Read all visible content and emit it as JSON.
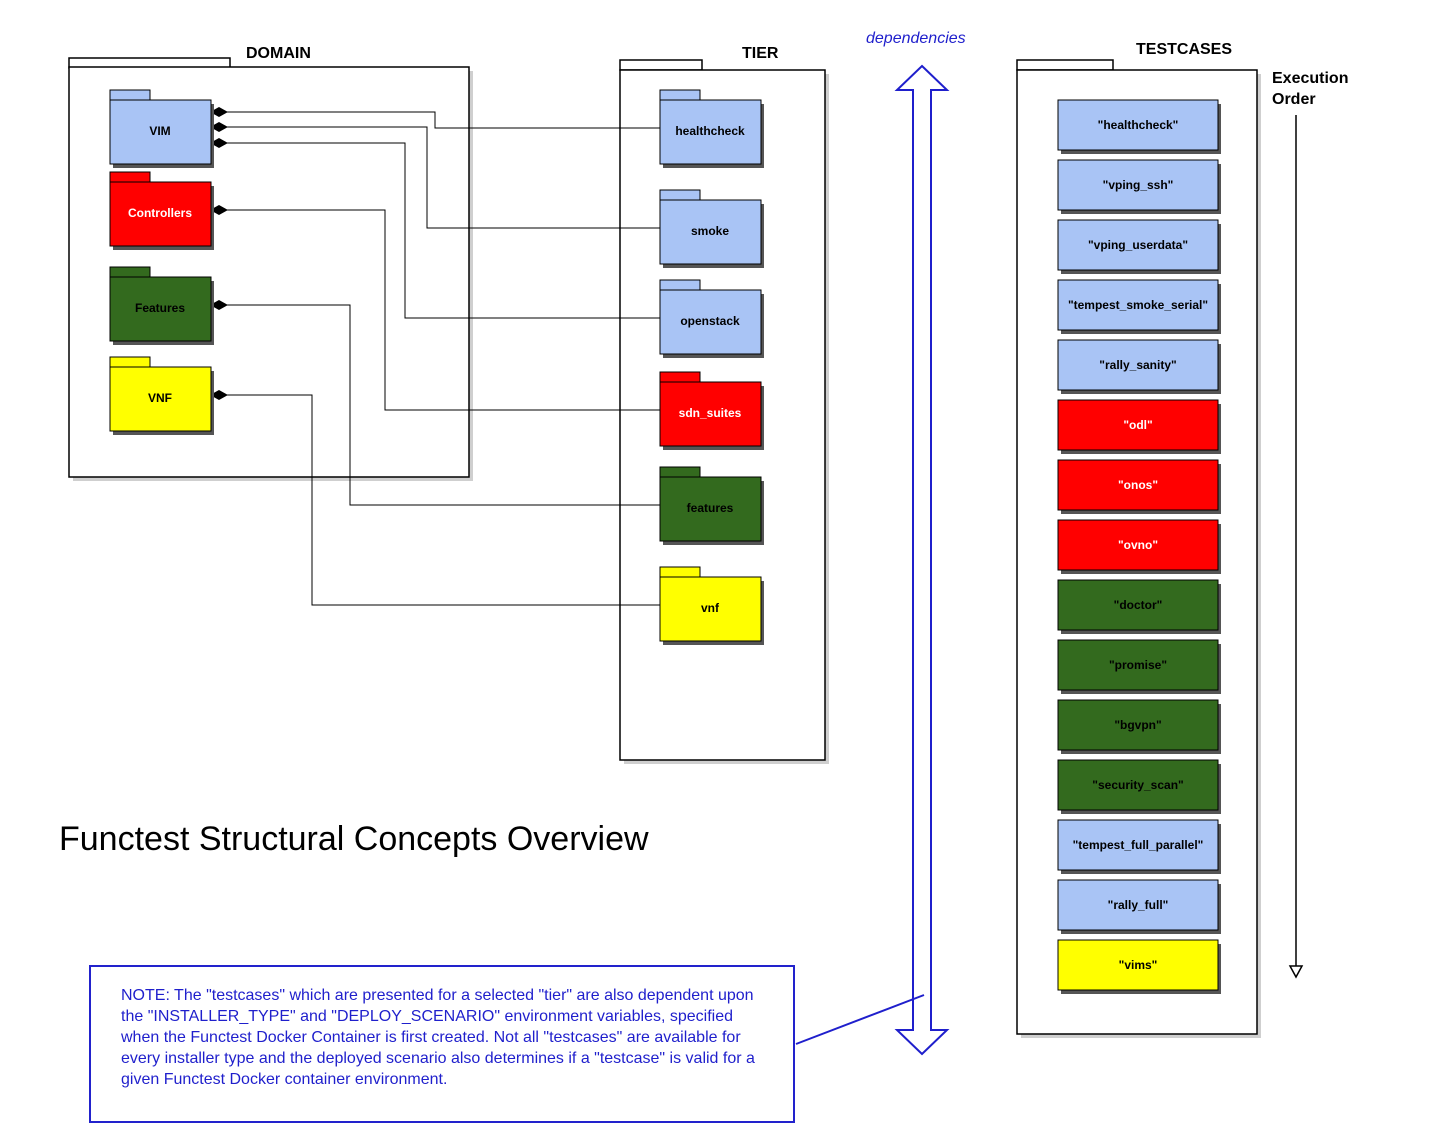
{
  "colors": {
    "blue": "#a9c4f5",
    "red": "#ff0000",
    "green": "#336a1e",
    "yellow": "#ffff00",
    "accent": "#1f1fcc"
  },
  "domain": {
    "label": "DOMAIN",
    "folders": [
      {
        "label": "VIM",
        "color": "blue"
      },
      {
        "label": "Controllers",
        "color": "red"
      },
      {
        "label": "Features",
        "color": "green"
      },
      {
        "label": "VNF",
        "color": "yellow"
      }
    ]
  },
  "tier": {
    "label": "TIER",
    "folders": [
      {
        "label": "healthcheck",
        "color": "blue"
      },
      {
        "label": "smoke",
        "color": "blue"
      },
      {
        "label": "openstack",
        "color": "blue"
      },
      {
        "label": "sdn_suites",
        "color": "red"
      },
      {
        "label": "features",
        "color": "green"
      },
      {
        "label": "vnf",
        "color": "yellow"
      }
    ]
  },
  "testcases": {
    "label": "TESTCASES",
    "items": [
      {
        "label": "\"healthcheck\"",
        "color": "blue"
      },
      {
        "label": "\"vping_ssh\"",
        "color": "blue"
      },
      {
        "label": "\"vping_userdata\"",
        "color": "blue"
      },
      {
        "label": "\"tempest_smoke_serial\"",
        "color": "blue"
      },
      {
        "label": "\"rally_sanity\"",
        "color": "blue"
      },
      {
        "label": "\"odl\"",
        "color": "red"
      },
      {
        "label": "\"onos\"",
        "color": "red"
      },
      {
        "label": "\"ovno\"",
        "color": "red"
      },
      {
        "label": "\"doctor\"",
        "color": "green"
      },
      {
        "label": "\"promise\"",
        "color": "green"
      },
      {
        "label": "\"bgvpn\"",
        "color": "green"
      },
      {
        "label": "\"security_scan\"",
        "color": "green"
      },
      {
        "label": "\"tempest_full_parallel\"",
        "color": "blue"
      },
      {
        "label": "\"rally_full\"",
        "color": "blue"
      },
      {
        "label": "\"vims\"",
        "color": "yellow"
      }
    ]
  },
  "links": [
    {
      "from": "VIM",
      "to": "healthcheck"
    },
    {
      "from": "VIM",
      "to": "smoke"
    },
    {
      "from": "VIM",
      "to": "openstack"
    },
    {
      "from": "Controllers",
      "to": "sdn_suites"
    },
    {
      "from": "Features",
      "to": "features"
    },
    {
      "from": "VNF",
      "to": "vnf"
    }
  ],
  "dependencies_label": "dependencies",
  "execution_order_label": [
    "Execution",
    "Order"
  ],
  "title": "Functest Structural Concepts Overview",
  "note": "NOTE: The \"testcases\" which are presented for a selected \"tier\" are also dependent upon the \"INSTALLER_TYPE\" and \"DEPLOY_SCENARIO\" environment variables, specified when the Functest  Docker Container is first created. Not all \"testcases\" are available for every installer type and the deployed scenario also determines if a \"testcase\" is valid for a given Functest Docker container environment."
}
